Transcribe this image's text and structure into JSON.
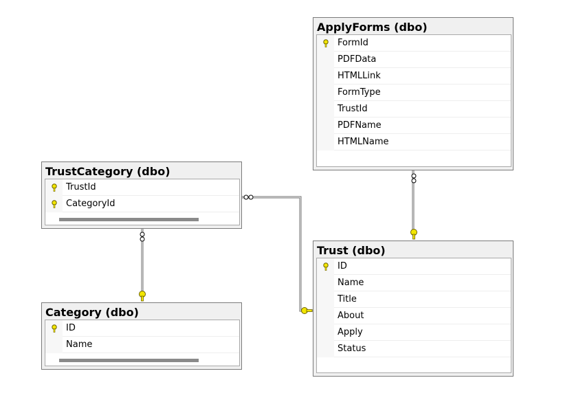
{
  "tables": {
    "apply_forms": {
      "title": "ApplyForms (dbo)",
      "columns": [
        "FormId",
        "PDFData",
        "HTMLLink",
        "FormType",
        "TrustId",
        "PDFName",
        "HTMLName"
      ],
      "keys": [
        "FormId"
      ]
    },
    "trust_category": {
      "title": "TrustCategory (dbo)",
      "columns": [
        "TrustId",
        "CategoryId"
      ],
      "keys": [
        "TrustId",
        "CategoryId"
      ]
    },
    "category": {
      "title": "Category (dbo)",
      "columns": [
        "ID",
        "Name"
      ],
      "keys": [
        "ID"
      ]
    },
    "trust": {
      "title": "Trust (dbo)",
      "columns": [
        "ID",
        "Name",
        "Title",
        "About",
        "Apply",
        "Status"
      ],
      "keys": [
        "ID"
      ]
    }
  },
  "colors": {
    "key_icon": "#f2e600",
    "key_outline": "#6b6000",
    "connector": "#6f6f6f"
  }
}
